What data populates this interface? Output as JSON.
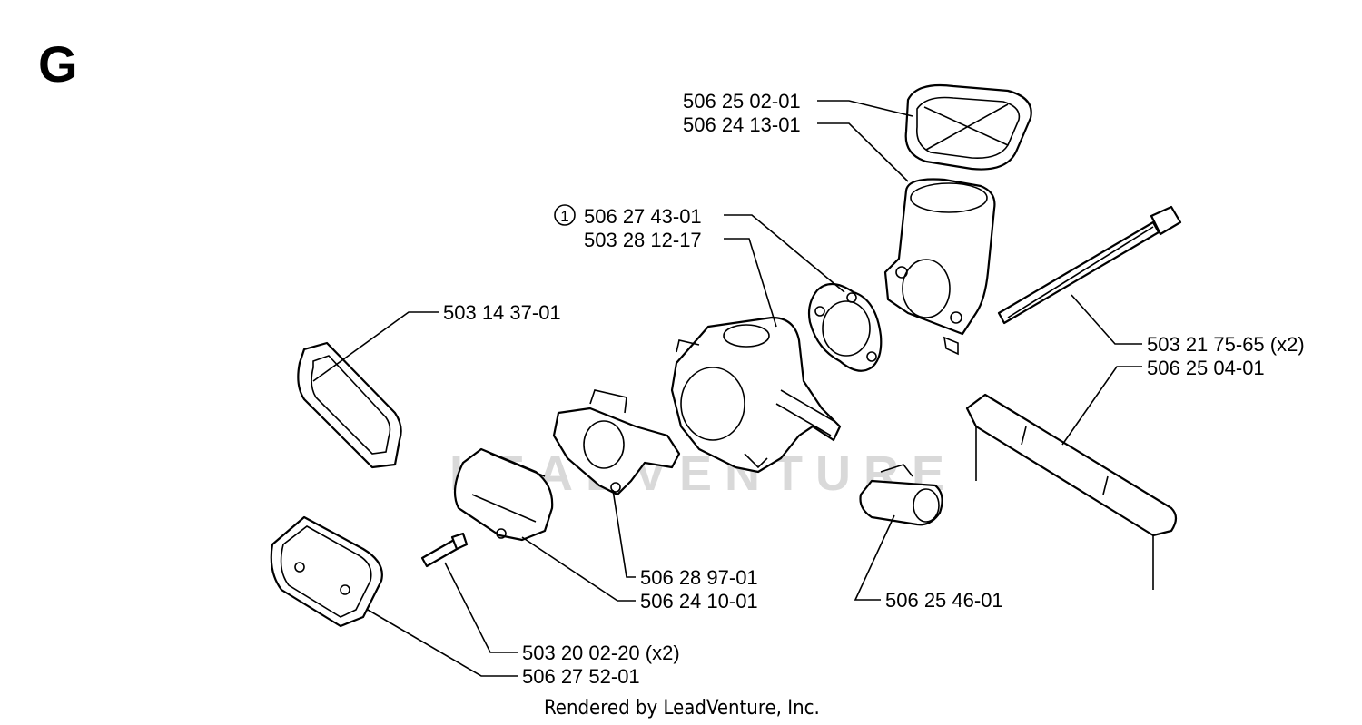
{
  "section_letter": "G",
  "watermark": "LEADVENTURE",
  "footer": "Rendered by LeadVenture, Inc.",
  "callout_marker": "1",
  "labels": {
    "p_506250201": "506 25 02-01",
    "p_506241301": "506 24 13-01",
    "p_506274301": "506 27 43-01",
    "p_503281217": "503 28 12-17",
    "p_503143701": "503 14 37-01",
    "p_503217565": "503 21 75-65 (x2)",
    "p_506250401": "506 25 04-01",
    "p_506289701": "506 28 97-01",
    "p_506241001": "506 24 10-01",
    "p_506254601": "506 25 46-01",
    "p_503200220": "503 20 02-20 (x2)",
    "p_506275201": "506 27 52-01"
  }
}
